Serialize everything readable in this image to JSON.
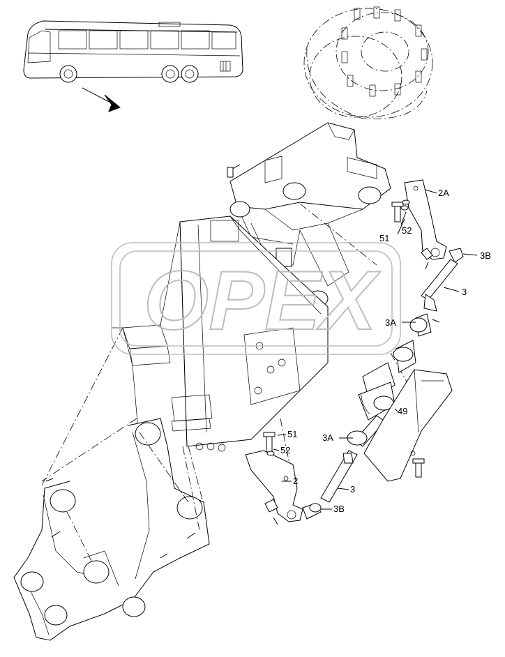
{
  "watermark": {
    "text": "OPEX"
  },
  "callouts": {
    "c_2A": "2A",
    "c_52_top": "52",
    "c_51_top": "51",
    "c_3B_top": "3B",
    "c_3_top": "3",
    "c_3A_top": "3A",
    "c_49": "49",
    "c_51_bot": "51",
    "c_52_bot": "52",
    "c_3A_bot": "3A",
    "c_2": "2",
    "c_3_bot": "3",
    "c_3B_bot": "3B"
  }
}
